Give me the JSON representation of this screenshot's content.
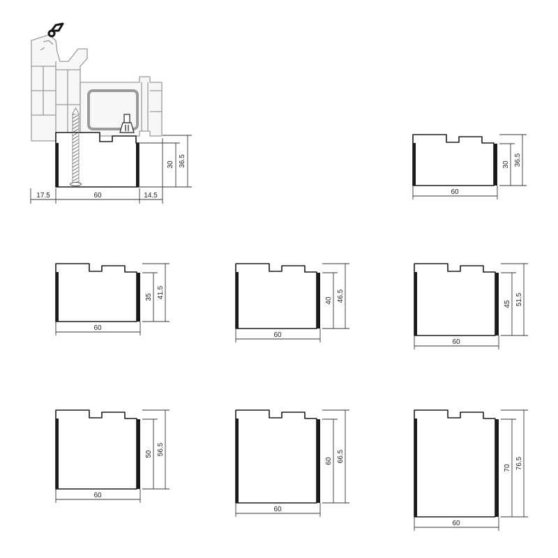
{
  "colors": {
    "line": "#1a1a1a",
    "thin": "#333333",
    "frame_fill": "#f7f7f7",
    "frame_stroke": "#9a9a9a",
    "steel": "#9a9a9a",
    "gasket": "#e0462f"
  },
  "detail": {
    "widths": [
      "17.5",
      "60",
      "14.5"
    ],
    "heights": [
      "30",
      "36.5"
    ]
  },
  "profiles": [
    {
      "width": "60",
      "height_inner": "30",
      "height_outer": "36.5"
    },
    {
      "width": "60",
      "height_inner": "35",
      "height_outer": "41.5"
    },
    {
      "width": "60",
      "height_inner": "40",
      "height_outer": "46.5"
    },
    {
      "width": "60",
      "height_inner": "45",
      "height_outer": "51.5"
    },
    {
      "width": "60",
      "height_inner": "50",
      "height_outer": "56.5"
    },
    {
      "width": "60",
      "height_inner": "60",
      "height_outer": "66.5"
    },
    {
      "width": "60",
      "height_inner": "70",
      "height_outer": "76.5"
    }
  ]
}
